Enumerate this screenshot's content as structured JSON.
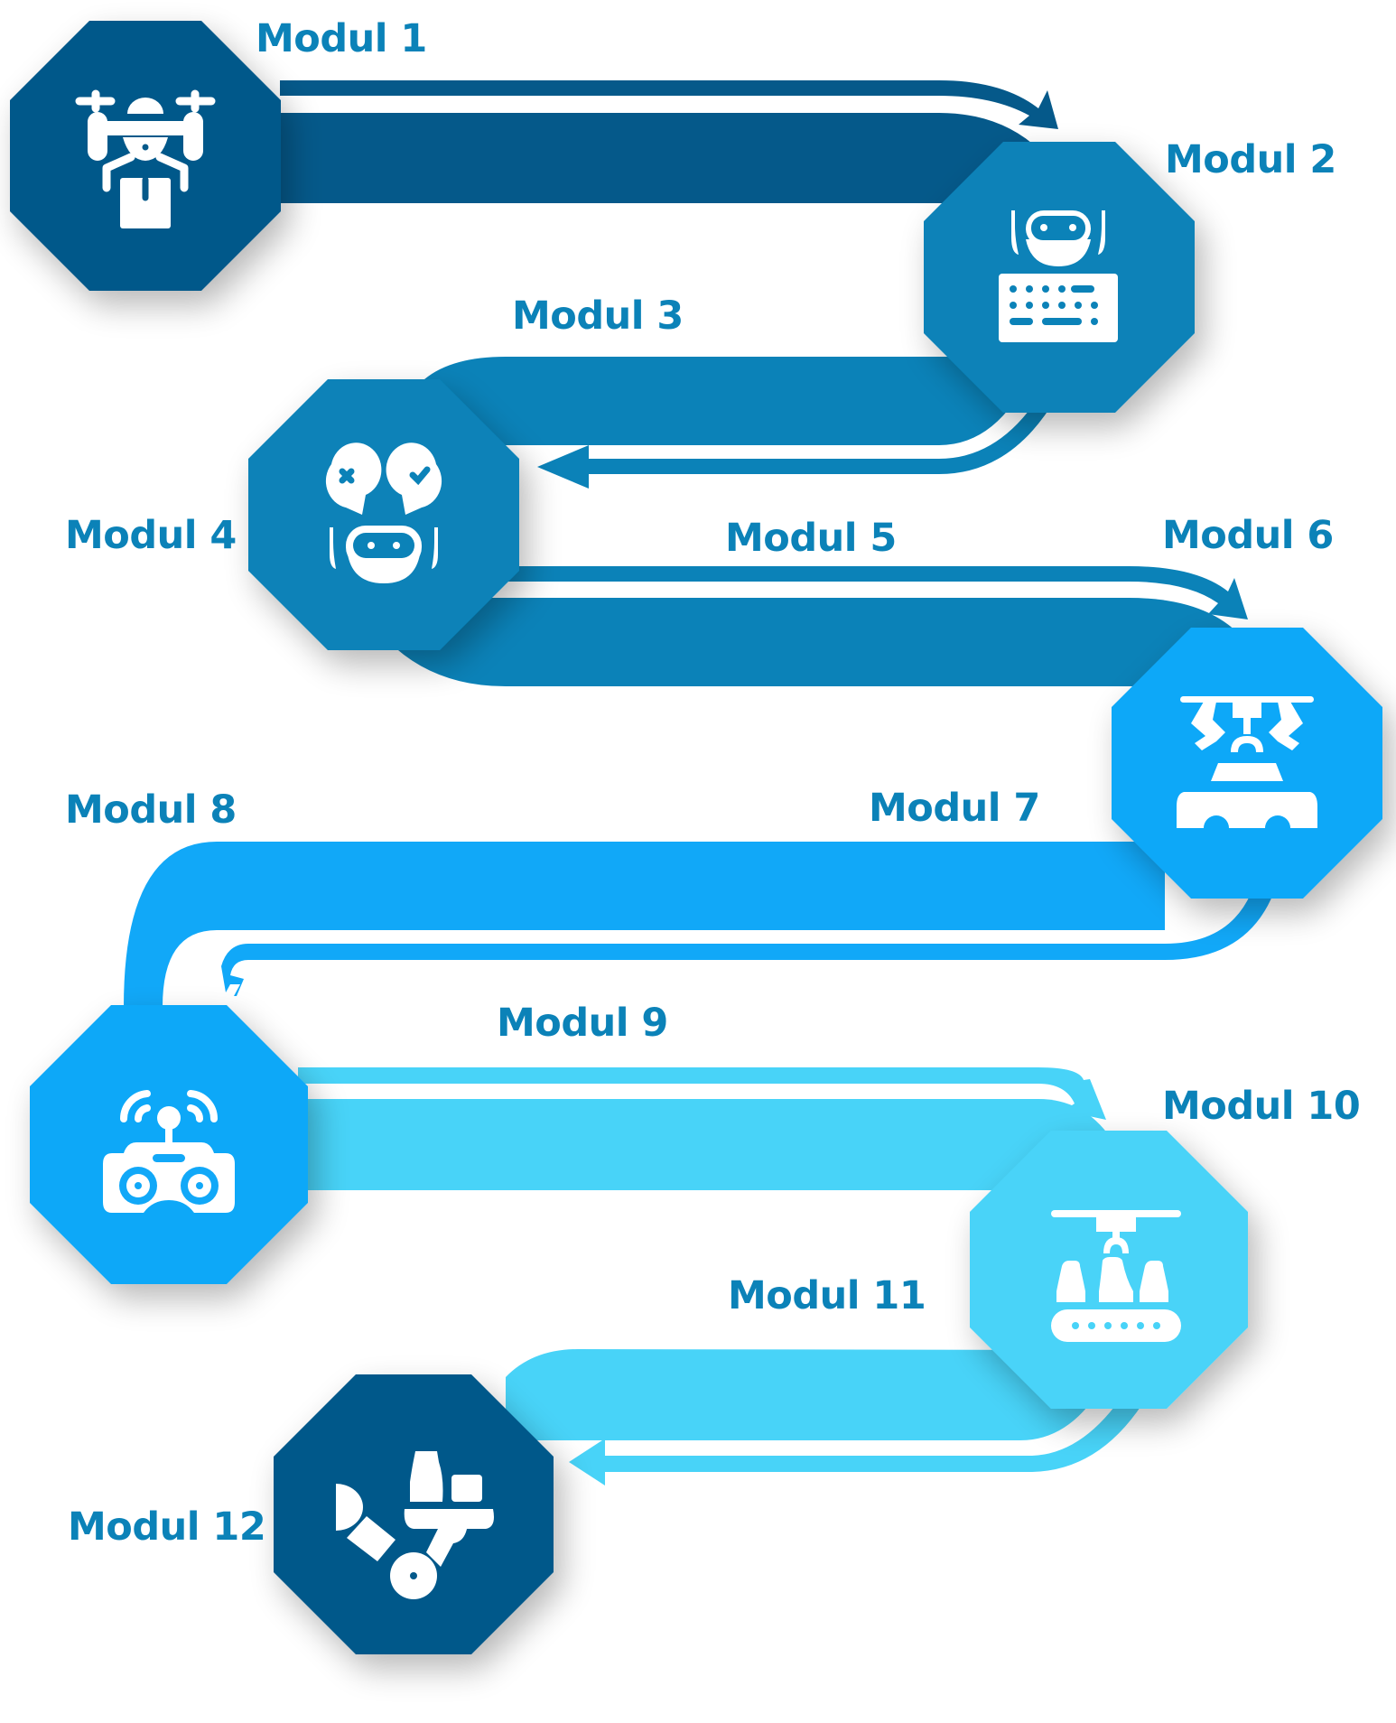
{
  "title": "Module roadmap",
  "colors": {
    "dark": "#05598A",
    "mid": "#0B82B8",
    "bright": "#11A8F8",
    "light": "#48D3F8",
    "label": "#0B82B8",
    "icon": "#ffffff"
  },
  "modules": [
    {
      "id": 1,
      "label": "Modul 1",
      "icon": "drone-delivery-icon"
    },
    {
      "id": 2,
      "label": "Modul 2",
      "icon": "robot-keyboard-icon"
    },
    {
      "id": 3,
      "label": "Modul 3",
      "icon": ""
    },
    {
      "id": 4,
      "label": "Modul 4",
      "icon": "robot-decision-icon"
    },
    {
      "id": 5,
      "label": "Modul 5",
      "icon": ""
    },
    {
      "id": 6,
      "label": "Modul 6",
      "icon": "car-assembly-robot-icon"
    },
    {
      "id": 7,
      "label": "Modul 7",
      "icon": ""
    },
    {
      "id": 8,
      "label": "Modul 8",
      "icon": "remote-controller-icon"
    },
    {
      "id": 9,
      "label": "Modul 9",
      "icon": ""
    },
    {
      "id": 10,
      "label": "Modul 10",
      "icon": "conveyor-bottling-icon"
    },
    {
      "id": 11,
      "label": "Modul 11",
      "icon": ""
    },
    {
      "id": 12,
      "label": "Modul 12",
      "icon": "robot-arm-tray-icon"
    }
  ]
}
